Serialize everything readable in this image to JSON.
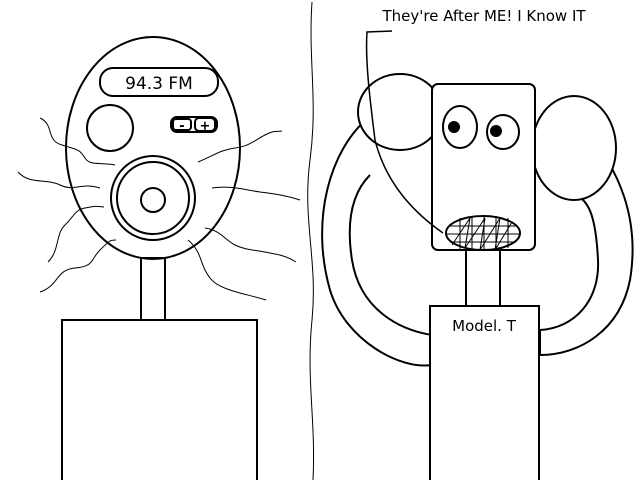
{
  "left_panel": {
    "radio_display": "94.3 FM",
    "volume_down": "-",
    "volume_up": "+"
  },
  "right_panel": {
    "speech": "They're After ME! I Know IT",
    "chest_label": "Model. T"
  },
  "colors": {
    "ink": "#000000",
    "background": "#ffffff"
  }
}
